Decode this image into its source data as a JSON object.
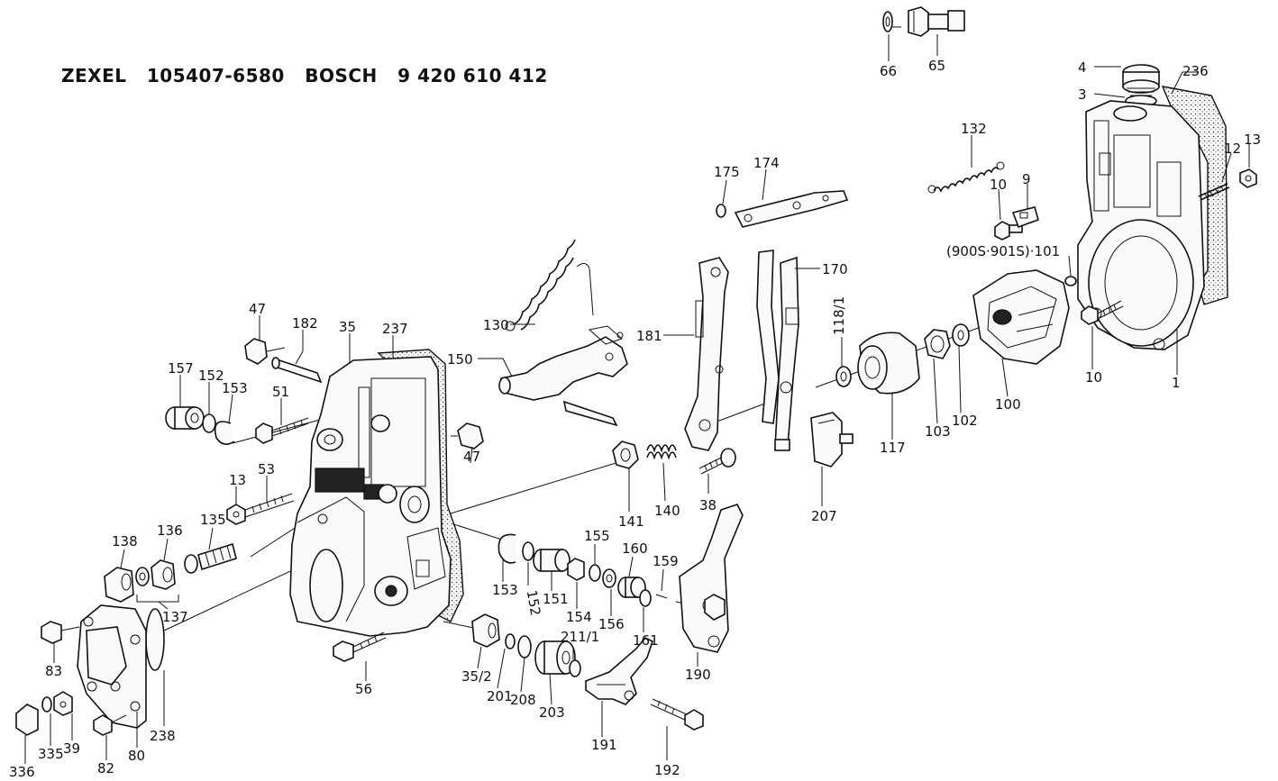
{
  "title": "ZEXEL   105407-6580   BOSCH   9 420 610 412",
  "labels": {
    "l66": "66",
    "l65": "65",
    "l4": "4",
    "l3": "3",
    "l236": "236",
    "l132": "132",
    "l12": "12",
    "l13a": "13",
    "l10a": "10",
    "l9": "9",
    "l900": "(900S·901S)·101",
    "l175": "175",
    "l174": "174",
    "l170": "170",
    "l181": "181",
    "l130": "130",
    "l150": "150",
    "l118": "118/1",
    "l47a": "47",
    "l182": "182",
    "l35": "35",
    "l237": "237",
    "l157": "157",
    "l152a": "152",
    "l153a": "153",
    "l51": "51",
    "l47b": "47",
    "l13b": "13",
    "l53": "53",
    "l141": "141",
    "l140": "140",
    "l38": "38",
    "l117": "117",
    "l103": "103",
    "l102": "102",
    "l100": "100",
    "l10b": "10",
    "l1": "1",
    "l207": "207",
    "l138": "138",
    "l136": "136",
    "l135": "135",
    "l137": "137",
    "l153b": "153",
    "l152b": "152",
    "l151": "151",
    "l155": "155",
    "l154": "154",
    "l156": "156",
    "l160": "160",
    "l161": "161",
    "l159": "159",
    "l190": "190",
    "l83": "83",
    "l238": "238",
    "l56": "56",
    "l352": "35/2",
    "l201": "201",
    "l208": "208",
    "l203": "203",
    "l211": "211/1",
    "l191": "191",
    "l192": "192",
    "l336": "336",
    "l335": "335",
    "l39": "39",
    "l82": "82",
    "l80": "80"
  }
}
